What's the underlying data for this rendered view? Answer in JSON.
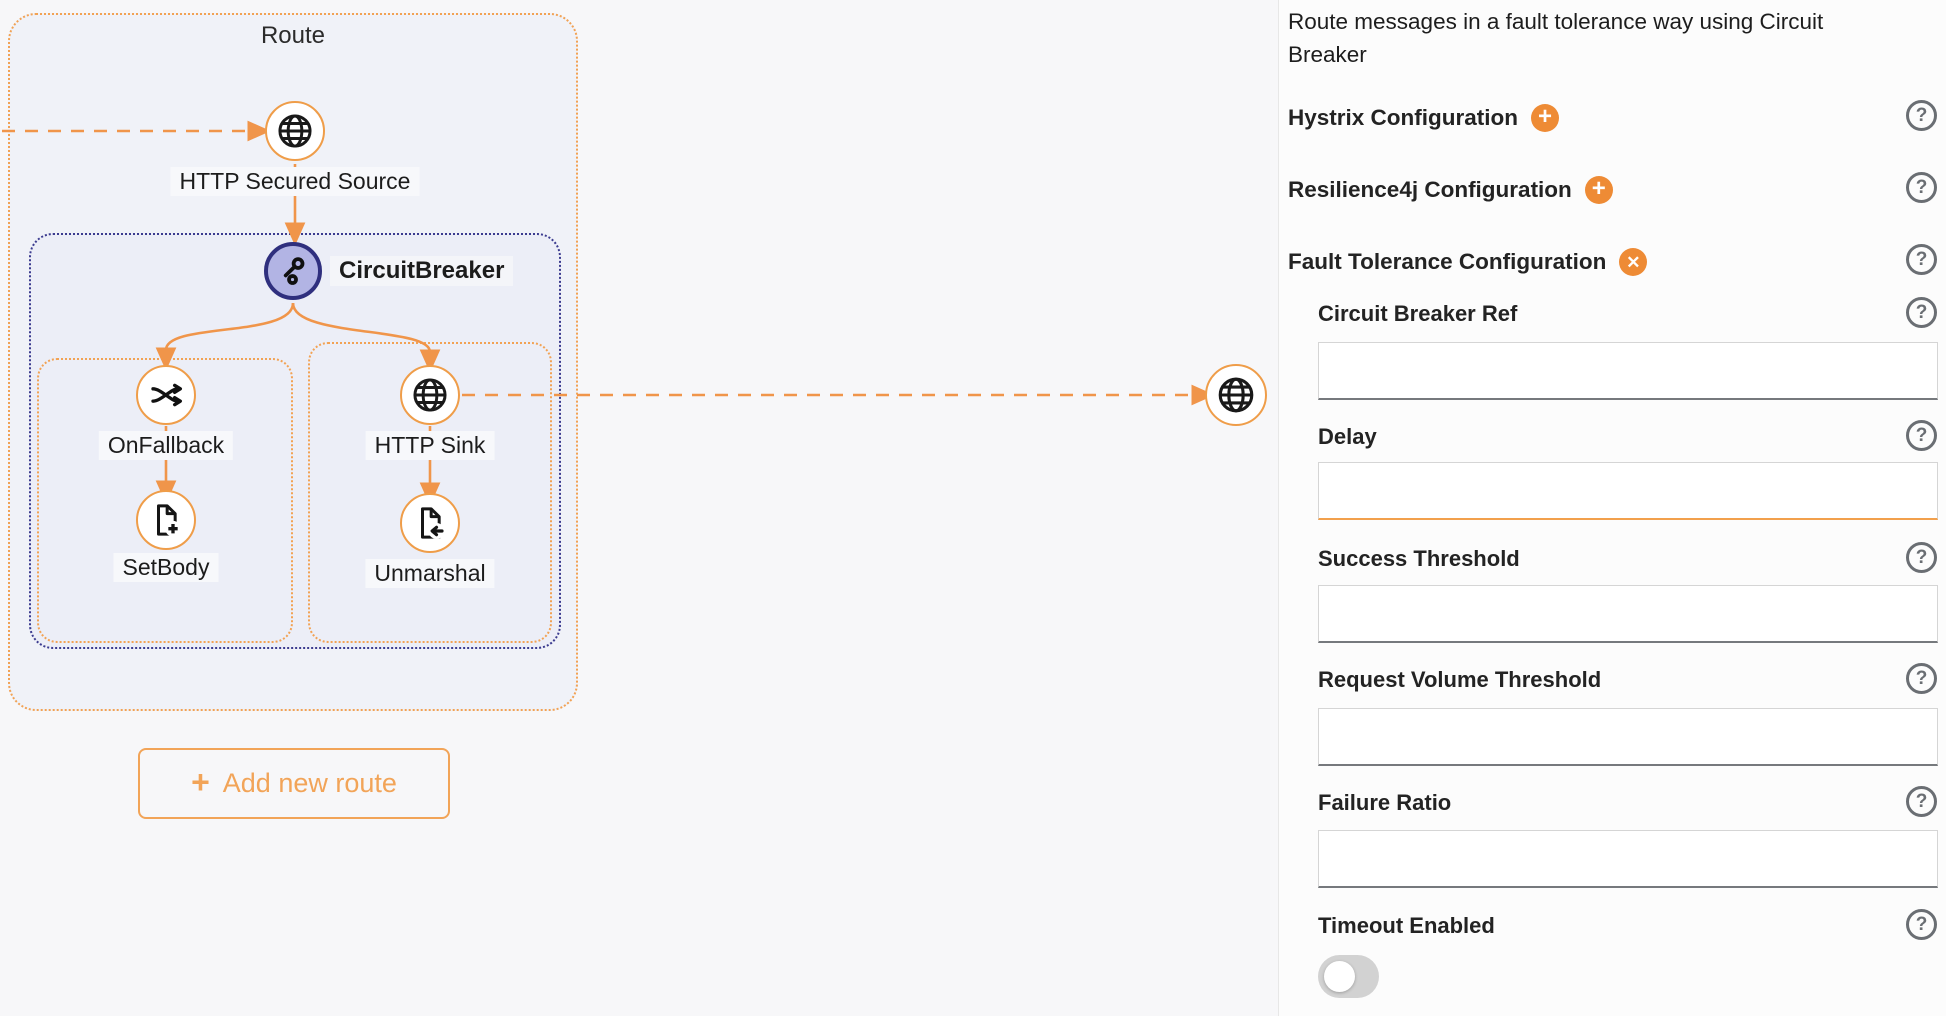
{
  "canvas": {
    "route_label": "Route",
    "nodes": {
      "http_secured_source": "HTTP Secured Source",
      "circuit_breaker": "CircuitBreaker",
      "on_fallback": "OnFallback",
      "set_body": "SetBody",
      "http_sink": "HTTP Sink",
      "unmarshal": "Unmarshal"
    },
    "add_route_button": {
      "plus": "+",
      "label": "Add new route"
    }
  },
  "panel": {
    "description": "Route messages in a fault tolerance way using Circuit Breaker",
    "sections": [
      {
        "label": "Hystrix Configuration",
        "action": "add",
        "action_glyph": "+"
      },
      {
        "label": "Resilience4j Configuration",
        "action": "add",
        "action_glyph": "+"
      },
      {
        "label": "Fault Tolerance Configuration",
        "action": "remove",
        "action_glyph": "✕"
      }
    ],
    "fields": [
      {
        "label": "Circuit Breaker Ref",
        "value": "",
        "focused": false
      },
      {
        "label": "Delay",
        "value": "",
        "focused": true
      },
      {
        "label": "Success Threshold",
        "value": "",
        "focused": false
      },
      {
        "label": "Request Volume Threshold",
        "value": "",
        "focused": false
      },
      {
        "label": "Failure Ratio",
        "value": "",
        "focused": false
      }
    ],
    "toggle_field": {
      "label": "Timeout Enabled",
      "enabled": false
    },
    "help_glyph": "?"
  },
  "colors": {
    "diagram_orange": "#f0954a",
    "accent_orange": "#ee8b35",
    "focus_orange": "#f2a04c",
    "navy_border": "#2f2f7e",
    "node_lavender": "#b2b4e4",
    "help_gray": "#6a6e73"
  }
}
